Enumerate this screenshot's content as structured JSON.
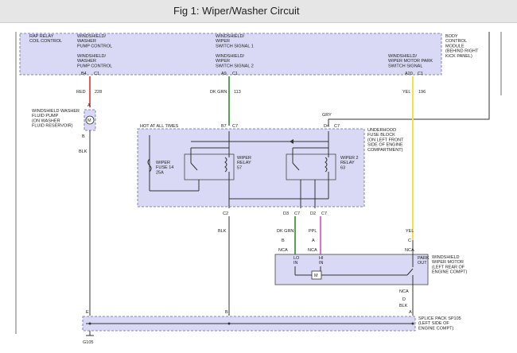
{
  "header": {
    "title": "Fig 1: Wiper/Washer Circuit"
  },
  "bcm": {
    "label_left": "RAP RELAY\nCOIL CONTROL",
    "label_washer_top": "WINDSHIELD/\nWASHER\nPUMP CONTROL",
    "label_switch1": "WINDSHIELD/\nWIPER\nSWITCH SIGNAL 1",
    "label_module": "BODY\nCONTROL\nMODULE\n(BEHIND RIGHT\nKICK PANEL)",
    "label_washer_bottom": "WINDSHIELD/\nWASHER\nPUMP CONTROL",
    "label_switch2": "WINDSHIELD/\nWIPER\nSWITCH SIGNAL 2",
    "label_park": "WINDSHIELD/\nWIPER MOTOR PARK\nSWITCH SIGNAL"
  },
  "pins": {
    "b4": "B4",
    "c1a": "C1",
    "a9": "A9",
    "c1b": "C1",
    "a20": "A20",
    "c1c": "C1",
    "b7": "B7",
    "c7a": "C7",
    "d4": "D4",
    "c7b": "C7",
    "c2": "C2",
    "d3": "D3",
    "c7c": "C7",
    "d2": "D2",
    "c7d": "C7",
    "pump_a": "A",
    "pump_b": "B",
    "motor_b": "B",
    "motor_a": "A",
    "motor_c": "C",
    "motor_d": "D",
    "splice_e": "E",
    "splice_b": "B",
    "splice_a": "A"
  },
  "wires": {
    "red": "RED",
    "red_num": "228",
    "dkgrn": "DK GRN",
    "dkgrn_num": "113",
    "yel": "YEL",
    "yel_num": "196",
    "gry": "GRY",
    "blk1": "BLK",
    "blk2": "BLK",
    "dkgrn2": "DK GRN",
    "ppl": "PPL",
    "yel2": "YEL",
    "nca1": "NCA",
    "nca2": "NCA",
    "nca3": "NCA",
    "nca4": "NCA",
    "blk3": "BLK"
  },
  "pump": {
    "label": "WINDSHIELD WASHER\nFLUID PUMP\n(ON WASHER\nFLUID RESERVOIR)",
    "symbol": "M"
  },
  "fuse_block": {
    "hot_label": "HOT AT ALL TIMES",
    "label": "UNDERHOOD\nFUSE BLOCK\n(ON LEFT FRONT\nSIDE OF ENGINE\nCOMPARTMENT)",
    "fuse_label": "WIPER\nFUSE 14\n25A",
    "relay1_label": "WIPER\nRELAY\n57",
    "relay2_label": "WIPER 2\nRELAY\n63"
  },
  "motor": {
    "label": "WINDSHIELD\nWIPER MOTOR\n(LEFT REAR OF\nENGINE COMPT)",
    "lo": "LO\nIN",
    "hi": "HI\nIN",
    "park": "PARK\nOUT",
    "symbol": "M"
  },
  "splice": {
    "label": "SPLICE PACK SP105\n(LEFT SIDE OF\nENGINE COMPT)"
  },
  "ground": {
    "label": "G105"
  },
  "colors": {
    "box_fill": "#d9d9f5",
    "red": "#d33333",
    "green": "#2e8b2e",
    "yellow": "#f2e24a",
    "pink": "#d94fb8"
  }
}
